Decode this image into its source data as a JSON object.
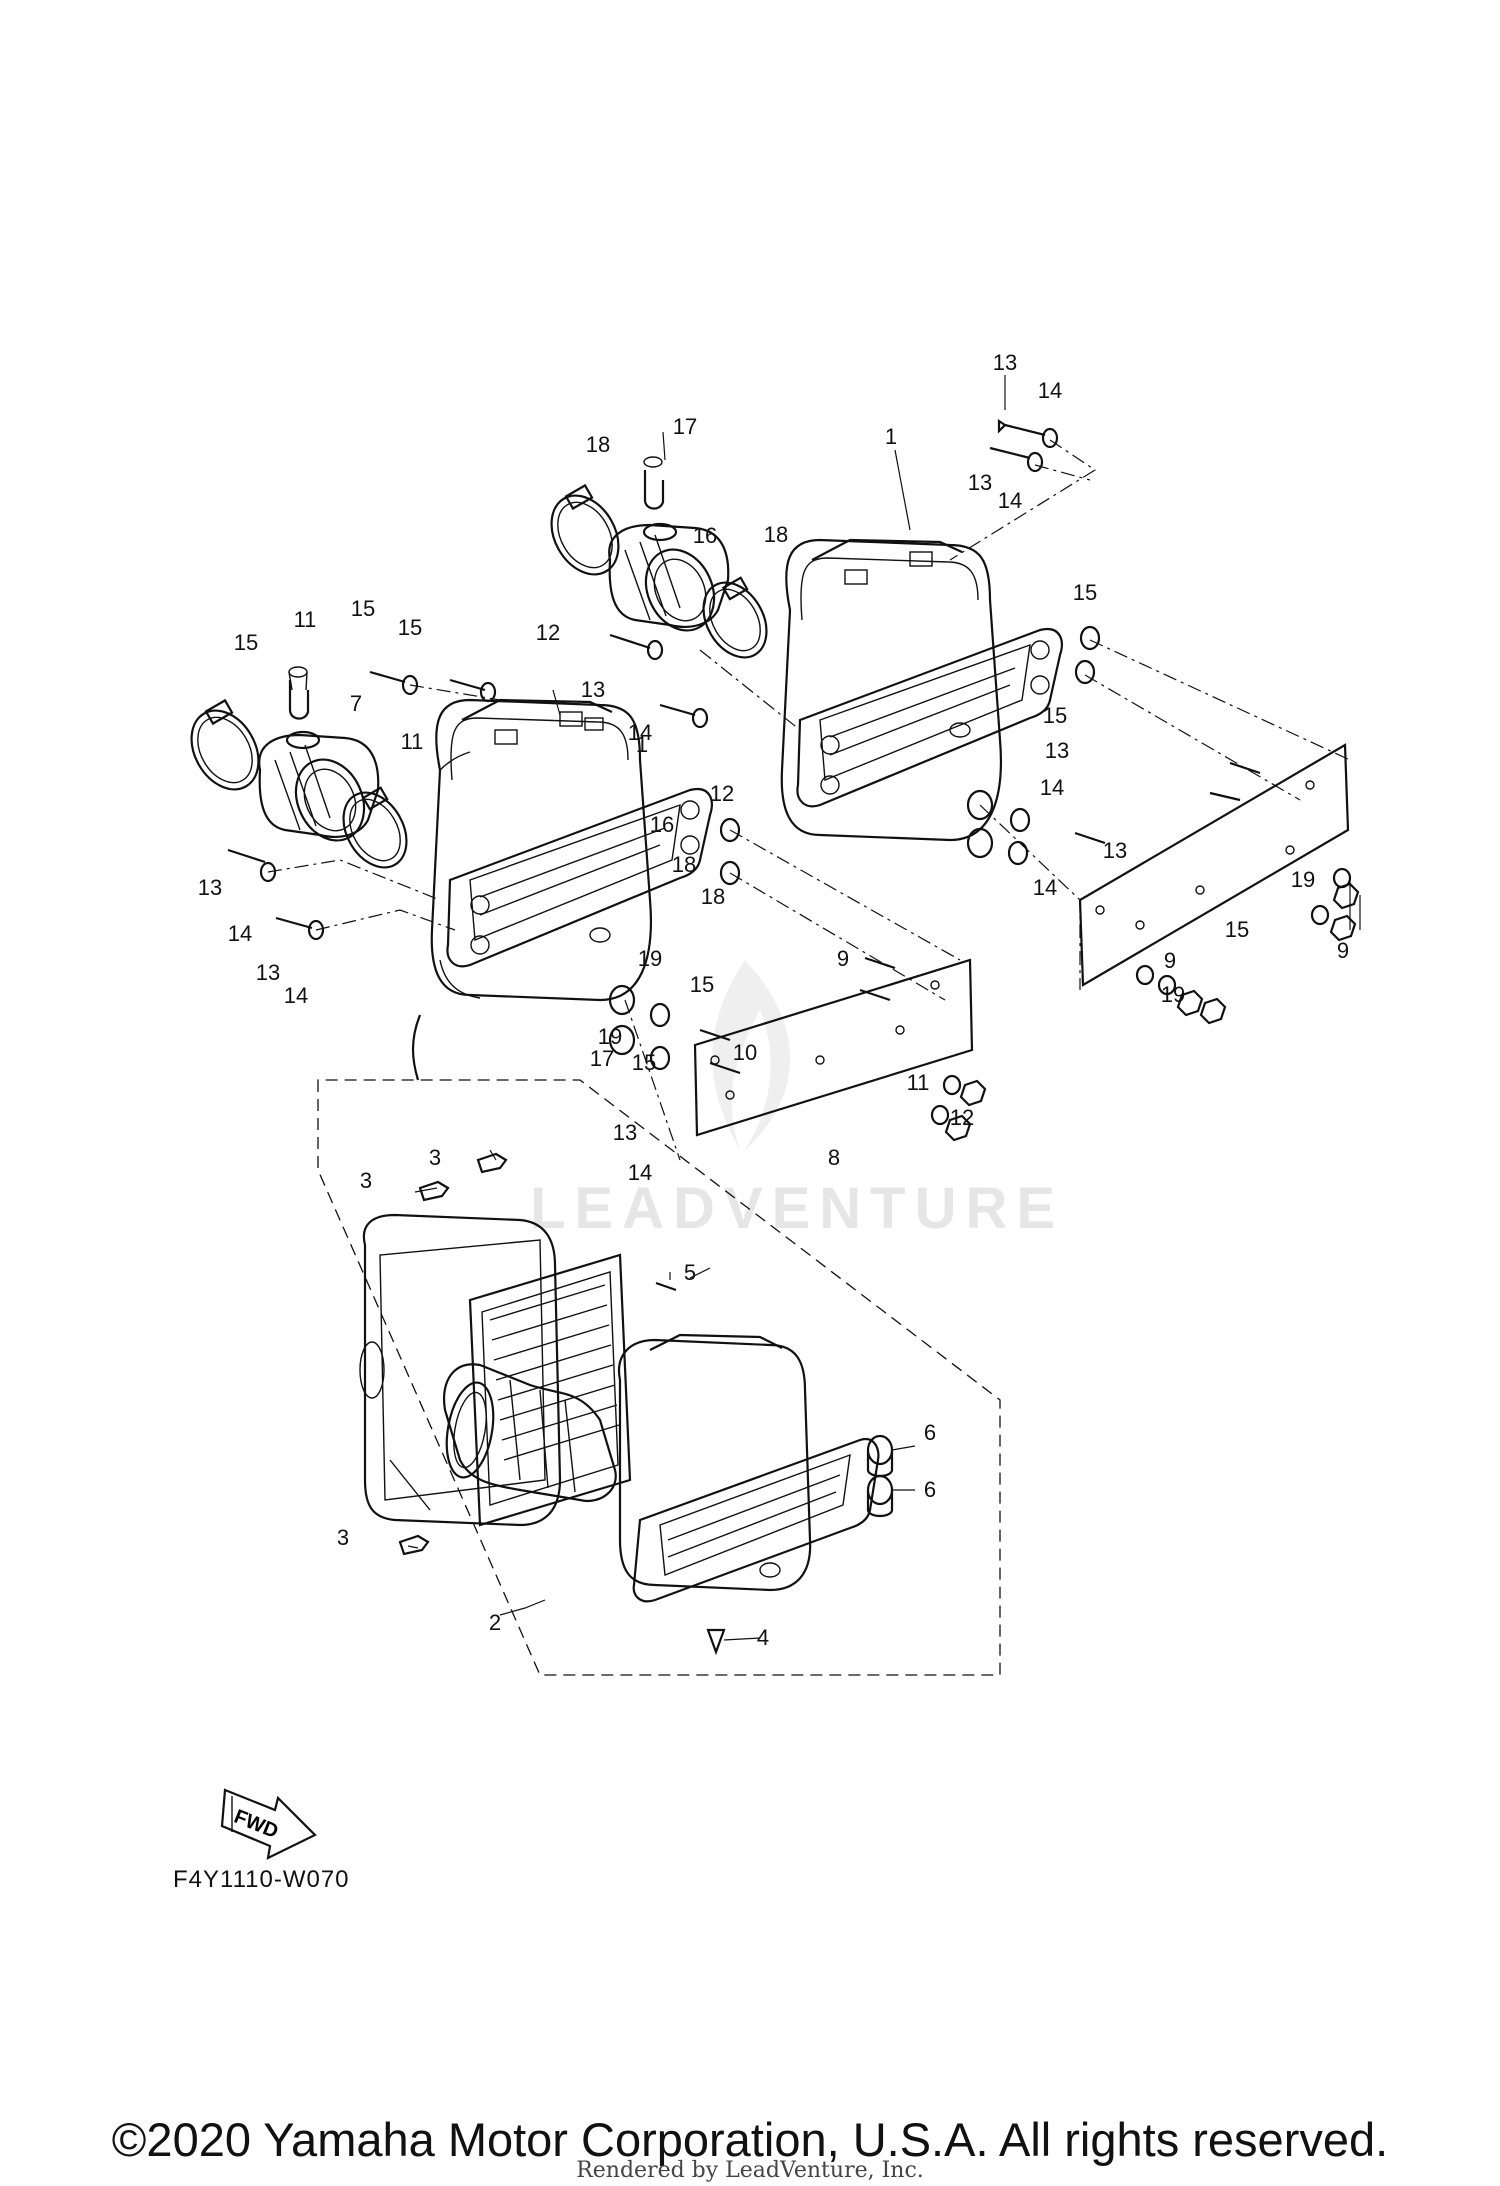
{
  "diagram": {
    "code": "F4Y1110-W070",
    "copyright": "©2020 Yamaha Motor Corporation, U.S.A. All rights reserved.",
    "rendered_by": "Rendered by LeadVenture, Inc.",
    "watermark": "LEADVENTURE",
    "fwd_label": "FWD"
  },
  "callouts": [
    {
      "name": "callout-13-a",
      "text": "13"
    },
    {
      "name": "callout-14-a",
      "text": "14"
    },
    {
      "name": "callout-13-b",
      "text": "13"
    },
    {
      "name": "callout-14-b",
      "text": "14"
    },
    {
      "name": "callout-17-a",
      "text": "17"
    },
    {
      "name": "callout-18-a",
      "text": "18"
    },
    {
      "name": "callout-16-a",
      "text": "16"
    },
    {
      "name": "callout-1-a",
      "text": "1"
    },
    {
      "name": "callout-18-b",
      "text": "18"
    },
    {
      "name": "callout-15-a",
      "text": "15"
    },
    {
      "name": "callout-15-b",
      "text": "15"
    },
    {
      "name": "callout-13-c",
      "text": "13"
    },
    {
      "name": "callout-14-c",
      "text": "14"
    },
    {
      "name": "callout-13-d",
      "text": "13"
    },
    {
      "name": "callout-14-d",
      "text": "14"
    },
    {
      "name": "callout-19-a",
      "text": "19"
    },
    {
      "name": "callout-15-c",
      "text": "15"
    },
    {
      "name": "callout-9-a",
      "text": "9"
    },
    {
      "name": "callout-9-b",
      "text": "9"
    },
    {
      "name": "callout-19-b",
      "text": "19"
    },
    {
      "name": "callout-15-d",
      "text": "15"
    },
    {
      "name": "callout-11-a",
      "text": "11"
    },
    {
      "name": "callout-7",
      "text": "7"
    },
    {
      "name": "callout-12-a",
      "text": "12"
    },
    {
      "name": "callout-11-b",
      "text": "11"
    },
    {
      "name": "callout-12-b",
      "text": "12"
    },
    {
      "name": "callout-18-c",
      "text": "18"
    },
    {
      "name": "callout-17-b",
      "text": "17"
    },
    {
      "name": "callout-13-e",
      "text": "13"
    },
    {
      "name": "callout-14-e",
      "text": "14"
    },
    {
      "name": "callout-13-f",
      "text": "13"
    },
    {
      "name": "callout-14-f",
      "text": "14"
    },
    {
      "name": "callout-1-b",
      "text": "1"
    },
    {
      "name": "callout-16-b",
      "text": "16"
    },
    {
      "name": "callout-18-d",
      "text": "18"
    },
    {
      "name": "callout-15-e",
      "text": "15"
    },
    {
      "name": "callout-15-f",
      "text": "15"
    },
    {
      "name": "callout-13-g",
      "text": "13"
    },
    {
      "name": "callout-14-g",
      "text": "14"
    },
    {
      "name": "callout-13-h",
      "text": "13"
    },
    {
      "name": "callout-14-h",
      "text": "14"
    },
    {
      "name": "callout-19-c",
      "text": "19"
    },
    {
      "name": "callout-15-g",
      "text": "15"
    },
    {
      "name": "callout-9-c",
      "text": "9"
    },
    {
      "name": "callout-10",
      "text": "10"
    },
    {
      "name": "callout-19-d",
      "text": "19"
    },
    {
      "name": "callout-15-h",
      "text": "15"
    },
    {
      "name": "callout-11-c",
      "text": "11"
    },
    {
      "name": "callout-12-c",
      "text": "12"
    },
    {
      "name": "callout-8",
      "text": "8"
    },
    {
      "name": "callout-3-a",
      "text": "3"
    },
    {
      "name": "callout-3-b",
      "text": "3"
    },
    {
      "name": "callout-5",
      "text": "5"
    },
    {
      "name": "callout-6-a",
      "text": "6"
    },
    {
      "name": "callout-6-b",
      "text": "6"
    },
    {
      "name": "callout-3-c",
      "text": "3"
    },
    {
      "name": "callout-2",
      "text": "2"
    },
    {
      "name": "callout-4",
      "text": "4"
    }
  ]
}
